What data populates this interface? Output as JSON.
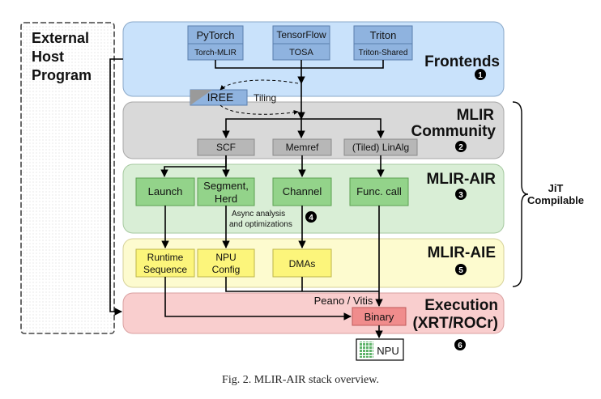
{
  "host": {
    "line1": "External",
    "line2": "Host",
    "line3": "Program"
  },
  "layers": {
    "frontends": {
      "title": "Frontends",
      "badge": "1"
    },
    "community": {
      "title_line1": "MLIR",
      "title_line2": "Community",
      "badge": "2"
    },
    "air": {
      "title": "MLIR-AIR",
      "badge": "3"
    },
    "aie": {
      "title": "MLIR-AIE",
      "badge": "5"
    },
    "execution": {
      "title_line1": "Execution",
      "title_line2": "(XRT/ROCr)",
      "badge": "6"
    }
  },
  "frontends": [
    {
      "top": "PyTorch",
      "bottom": "Torch-MLIR"
    },
    {
      "top": "TensorFlow",
      "bottom": "TOSA"
    },
    {
      "top": "Triton",
      "bottom": "Triton-Shared"
    }
  ],
  "iree": {
    "label": "IREE",
    "tiling": "Tiling"
  },
  "community_boxes": [
    "SCF",
    "Memref",
    "(Tiled) LinAlg"
  ],
  "air_boxes": [
    "Launch",
    "Segment,|Herd",
    "Channel",
    "Func. call"
  ],
  "async_note": {
    "line1": "Async analysis",
    "line2": "and optimizations",
    "badge": "4"
  },
  "aie_boxes": [
    "Runtime|Sequence",
    "NPU|Config",
    "DMAs"
  ],
  "execution": {
    "tool": "Peano / Vitis",
    "binary": "Binary",
    "npu": "NPU"
  },
  "jit": {
    "line1": "JiT",
    "line2": "Compilable"
  },
  "caption": "Fig. 2.  MLIR-AIR stack overview.",
  "colors": {
    "frontends_bg": "#c9e2fb",
    "community_bg": "#d9d9d9",
    "air_bg": "#d9eed6",
    "aie_bg": "#fdfbcf",
    "exec_bg": "#f9cece",
    "blue_box": "#8fb3df",
    "gray_box": "#b7b7b7",
    "green_box": "#93d38a",
    "yellow_box": "#fcf57b",
    "binary_box": "#f08c8c"
  }
}
